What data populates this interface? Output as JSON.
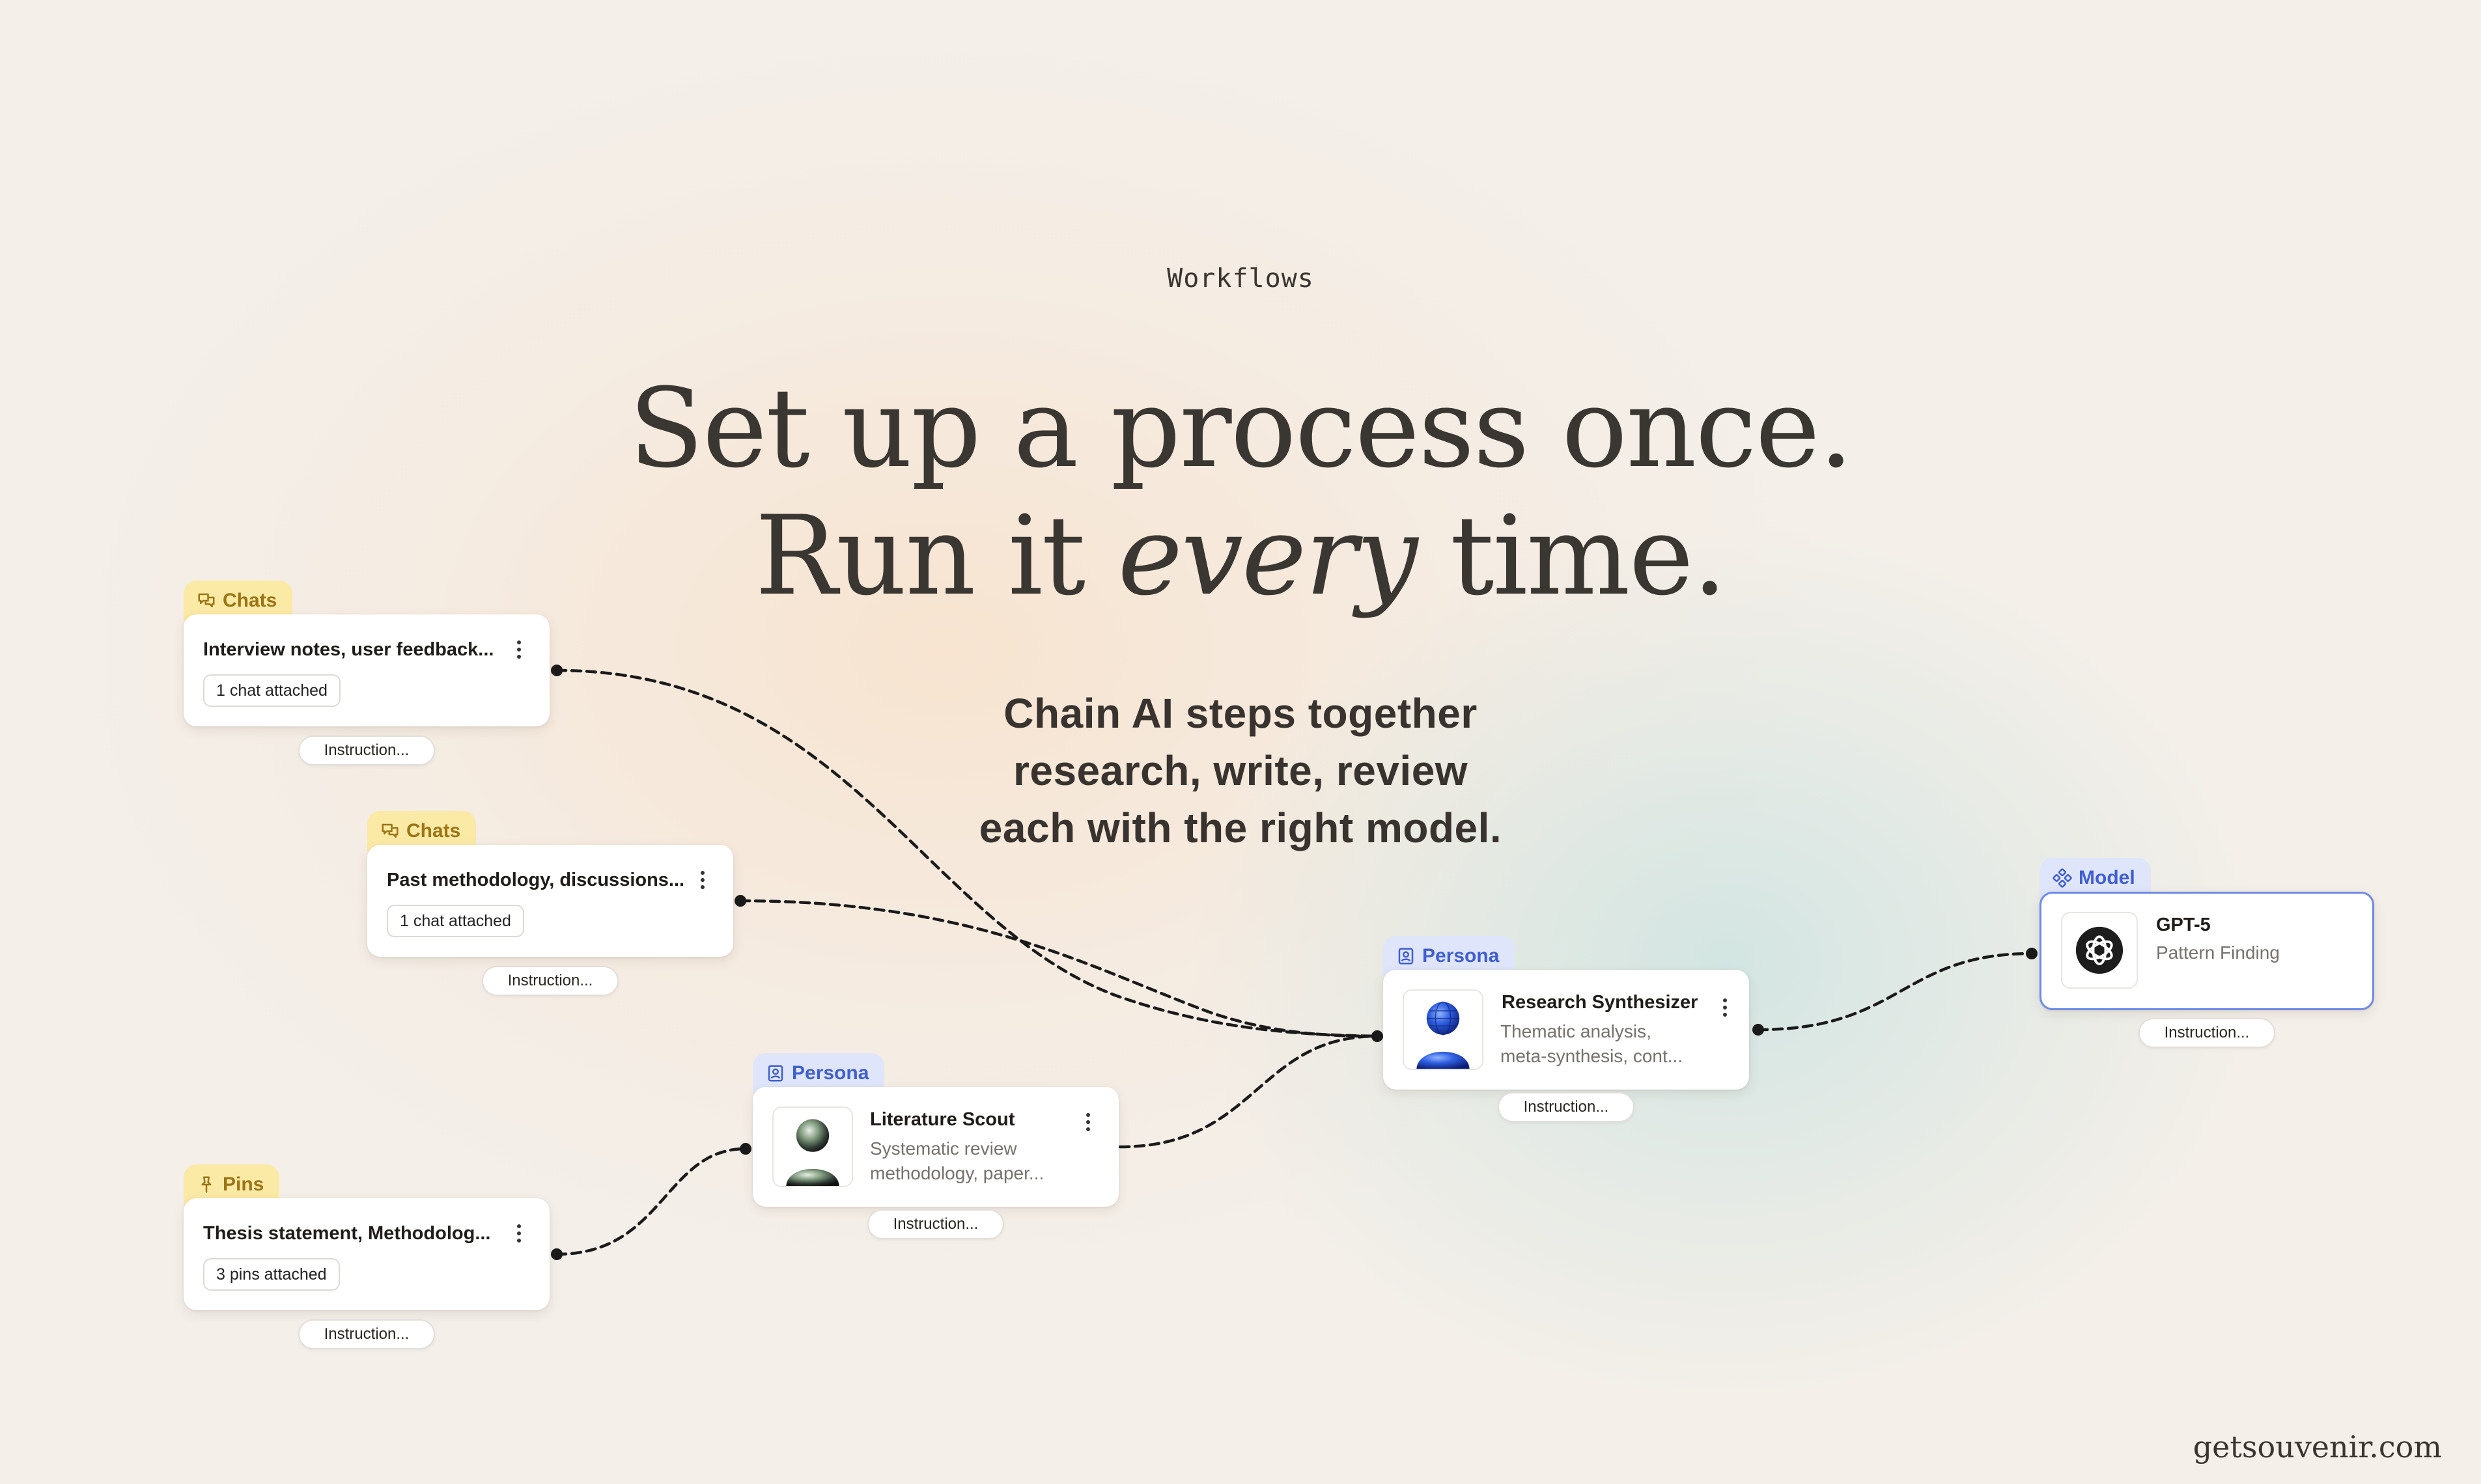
{
  "header": {
    "eyebrow": "Workflows",
    "headline_line1": "Set up a process once.",
    "headline_line2_pre": "Run it ",
    "headline_line2_em": "every",
    "headline_line2_post": " time.",
    "subhead_line1": "Chain AI steps together",
    "subhead_line2": "research, write, review",
    "subhead_line3": "each with the right model."
  },
  "nodes": {
    "chats1": {
      "tag": "Chats",
      "title": "Interview notes, user feedback...",
      "attachment": "1 chat attached",
      "instruction": "Instruction..."
    },
    "chats2": {
      "tag": "Chats",
      "title": "Past methodology, discussions...",
      "attachment": "1 chat attached",
      "instruction": "Instruction..."
    },
    "pins": {
      "tag": "Pins",
      "title": "Thesis statement, Methodolog...",
      "attachment": "3 pins attached",
      "instruction": "Instruction..."
    },
    "scout": {
      "tag": "Persona",
      "name": "Literature Scout",
      "desc_line1": "Systematic review",
      "desc_line2": "methodology, paper...",
      "instruction": "Instruction..."
    },
    "synth": {
      "tag": "Persona",
      "name": "Research Synthesizer",
      "desc_line1": "Thematic analysis,",
      "desc_line2": "meta-synthesis, cont...",
      "instruction": "Instruction..."
    },
    "model": {
      "tag": "Model",
      "name": "GPT-5",
      "desc": "Pattern Finding",
      "icon": "openai-logo-icon",
      "instruction": "Instruction..."
    }
  },
  "footer": {
    "watermark": "getsouvenir.com"
  },
  "colors": {
    "tag_yellow_bg": "#fbe9a6",
    "tag_yellow_text": "#9b7514",
    "tag_blue_bg": "#dfe5fb",
    "tag_blue_text": "#3f5fcf",
    "model_border": "#6f8ae6",
    "wire": "#1a1a1a"
  }
}
